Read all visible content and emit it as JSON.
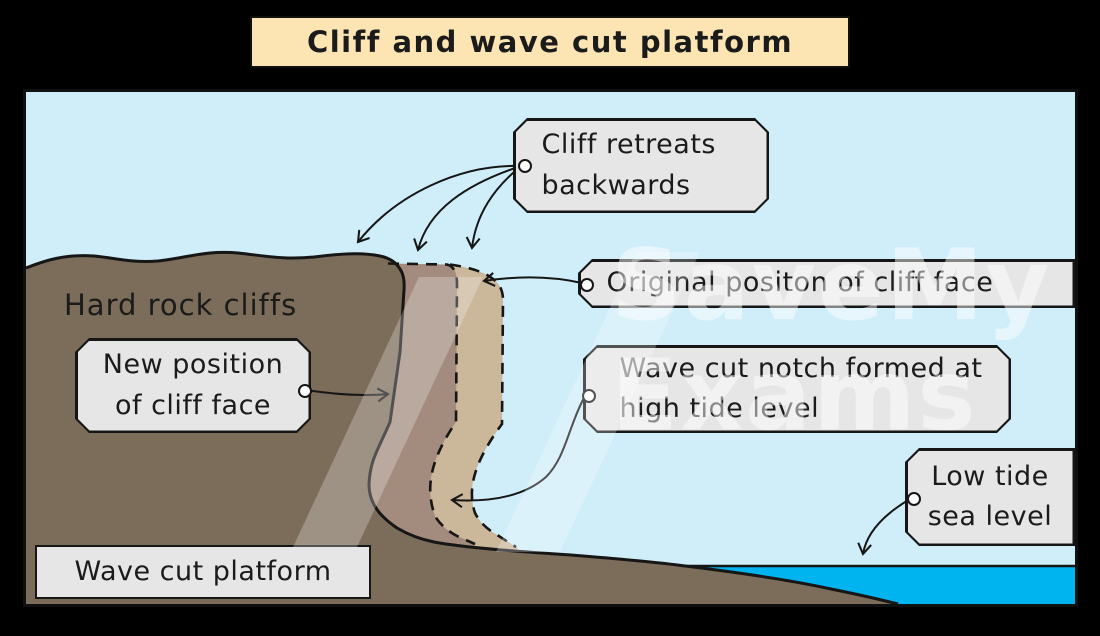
{
  "title": "Cliff and wave cut platform",
  "diagram": {
    "labels": {
      "cliff_retreats": {
        "line1": "Cliff retreats",
        "line2": "backwards"
      },
      "hard_rock_cliffs": "Hard rock cliffs",
      "original_position": "Original positon of cliff face",
      "new_position": {
        "line1": "New position",
        "line2": "of cliff face"
      },
      "wave_cut_notch": {
        "line1": "Wave cut notch formed at",
        "line2": "high tide level"
      },
      "low_tide": {
        "line1": "Low tide",
        "line2": "sea level"
      },
      "wave_cut_platform": "Wave cut platform"
    },
    "watermark": {
      "line1": "SaveMy",
      "line2": "Exams"
    }
  },
  "colors": {
    "background": "#000000",
    "title_fill": "#fce5b2",
    "sky": "#cfeefa",
    "sea": "#00b4f0",
    "cliff_dark_rock": "#7c6c5a",
    "cliff_intermediate": "#a38c7e",
    "cliff_original": "#cbb79a",
    "label_fill": "#e6e6e6",
    "outline": "#161616"
  }
}
